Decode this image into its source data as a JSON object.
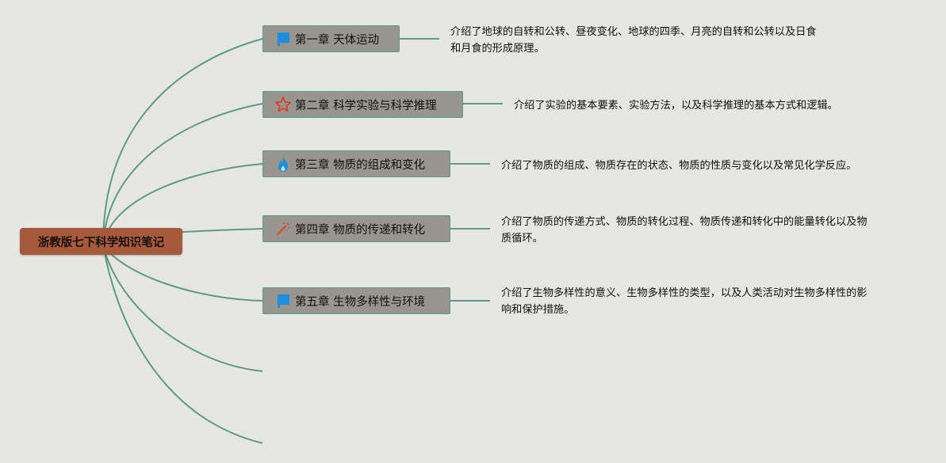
{
  "root": {
    "label": "浙教版七下科学知识笔记",
    "color": "#a65a3c"
  },
  "link_color": "#5f9a86",
  "chapters": [
    {
      "title": "第一章 天体运动",
      "icon": "flag-icon",
      "desc": [
        "介绍了地球的自转和公转、昼夜变化、地球的四季、月亮的自转和公转以及日食",
        "和月食的形成原理。"
      ]
    },
    {
      "title": "第二章 科学实验与科学推理",
      "icon": "star-icon",
      "desc": [
        "介绍了实验的基本要素、实验方法，以及科学推理的基本方式和逻辑。"
      ]
    },
    {
      "title": "第三章 物质的组成和变化",
      "icon": "fire-icon",
      "desc": [
        "介绍了物质的组成、物质存在的状态、物质的性质与变化以及常见化学反应。"
      ]
    },
    {
      "title": "第四章 物质的传递和转化",
      "icon": "magic-wand-icon",
      "desc": [
        "介绍了物质的传递方式、物质的转化过程、物质传递和转化中的能量转化以及物",
        "质循环。"
      ]
    },
    {
      "title": "第五章 生物多样性与环境",
      "icon": "flag-icon",
      "desc": [
        "介绍了生物多样性的意义、生物多样性的类型，以及人类活动对生物多样性的影",
        "响和保护措施。"
      ]
    }
  ],
  "icon_colors": {
    "flag-icon": "#1a8fe0",
    "star-icon": "#e0392b",
    "fire-icon": "#1a8fe0",
    "magic-wand-icon": "#d94a2e"
  }
}
